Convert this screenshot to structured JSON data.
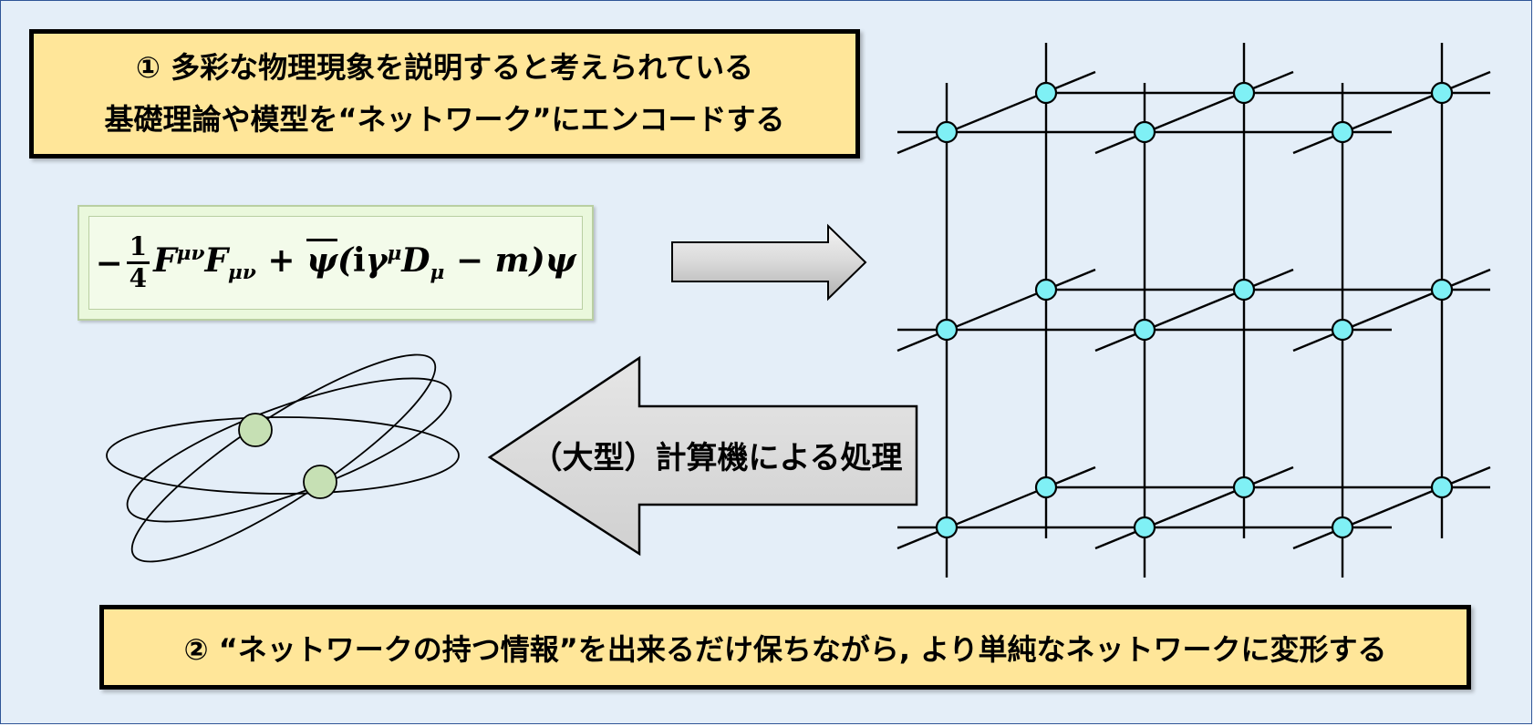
{
  "step1": {
    "line1": "① 多彩な物理現象を説明すると考えられている",
    "line2": "基礎理論や模型を“ネットワーク”にエンコードする"
  },
  "formula": {
    "frac_num": "1",
    "frac_den": "4",
    "text": "−¹⁄₄ FμνFμν + ψ̄(iγμDμ − m)ψ"
  },
  "process_arrow": {
    "label": "（大型）計算機による処理"
  },
  "step2": {
    "text": "② “ネットワークの持つ情報”を出来るだけ保ちながら, より単純なネットワークに変形する"
  },
  "colors": {
    "note_fill": "#ffe699",
    "lattice_node": "#7ff0f5",
    "network_node": "#c6e0b4",
    "background": "#e4eef8"
  },
  "icons": [
    "right-arrow-icon",
    "left-arrow-icon"
  ]
}
